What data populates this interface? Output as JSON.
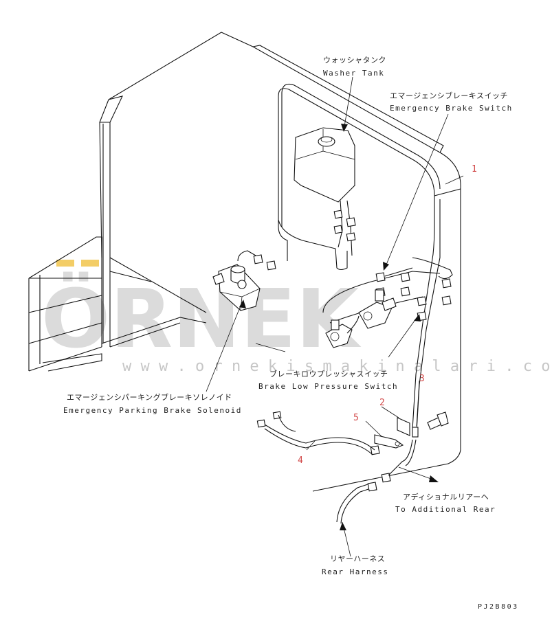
{
  "watermark": {
    "brand": "ÖRNEK",
    "url": "w w w . o r n e k i s m a k i n a l a r i . c o m . t r",
    "colors": {
      "text": "#c8c8c8",
      "accent": "#f0c040"
    }
  },
  "labels": {
    "washer_tank_jp": "ウォッシャタンク",
    "washer_tank_en": "Washer Tank",
    "emergency_brake_switch_jp": "エマージェンシブレーキスイッチ",
    "emergency_brake_switch_en": "Emergency Brake Switch",
    "brake_low_pressure_jp": "ブレーキロウプレッシャスイッチ",
    "brake_low_pressure_en": "Brake Low Pressure Switch",
    "parking_solenoid_jp": "エマージェンシパーキングブレーキソレノイド",
    "parking_solenoid_en": "Emergency Parking Brake Solenoid",
    "additional_rear_jp": "アディショナルリアーヘ",
    "additional_rear_en": "To Additional Rear",
    "rear_harness_jp": "リヤーハーネス",
    "rear_harness_en": "Rear Harness"
  },
  "callouts": [
    "1",
    "2",
    "3",
    "4",
    "5"
  ],
  "drawing_code": "PJ2B803"
}
